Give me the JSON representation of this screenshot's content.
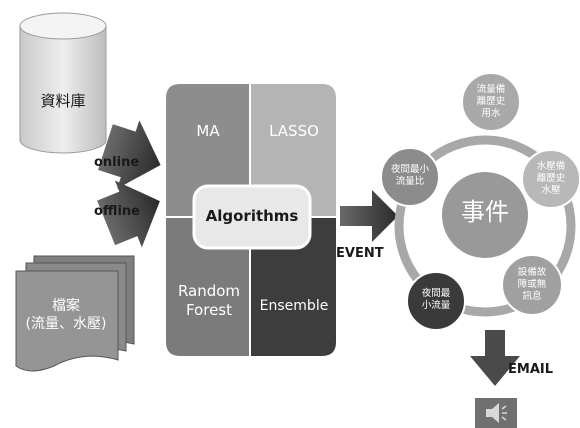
{
  "database": {
    "label": "資料庫"
  },
  "files": {
    "label_line1": "檔案",
    "label_line2": "(流量、水壓)"
  },
  "inputs": {
    "online": "online",
    "offline": "offline"
  },
  "algorithms": {
    "center": "Algorithms",
    "q1": "MA",
    "q2": "LASSO",
    "q3_line1": "Random",
    "q3_line2": "Forest",
    "q4": "Ensemble"
  },
  "event_label": "EVENT",
  "cycle": {
    "center": "事件",
    "nodes": [
      {
        "line1": "流量備",
        "line2": "離歷史",
        "line3": "用水"
      },
      {
        "line1": "水壓備",
        "line2": "離歷史",
        "line3": "水壓"
      },
      {
        "line1": "設備故",
        "line2": "障或無",
        "line3": "訊息"
      },
      {
        "line1": "夜間最",
        "line2": "小流量",
        "line3": ""
      },
      {
        "line1": "夜間最小",
        "line2": "流量比",
        "line3": ""
      }
    ]
  },
  "email_label": "EMAIL",
  "icons": {
    "database": "database-cylinder-icon",
    "files": "file-stack-icon",
    "speaker": "speaker-icon"
  }
}
